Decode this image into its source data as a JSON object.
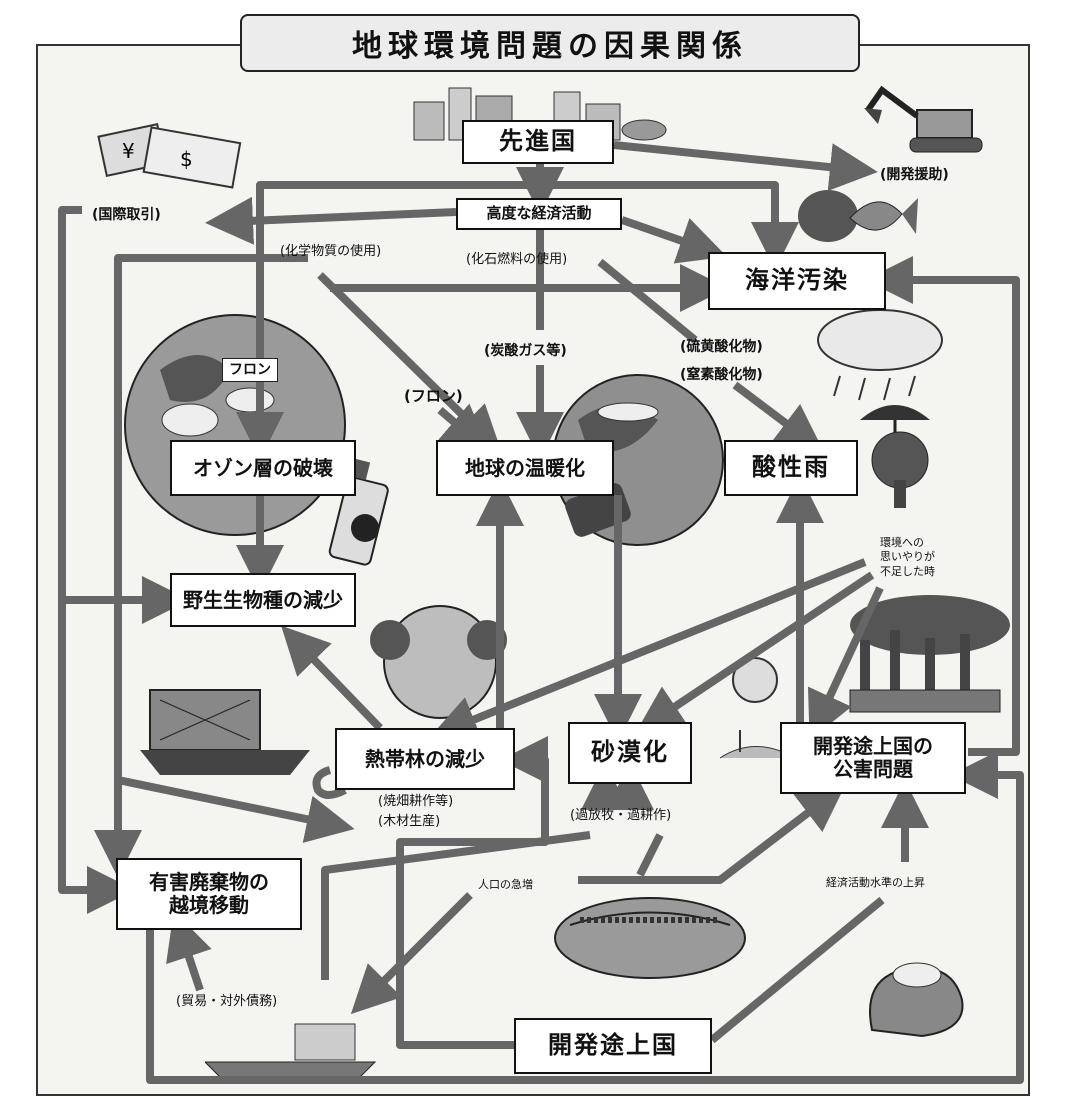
{
  "title": "地球環境問題の因果関係",
  "nodes": {
    "developed_countries": "先進国",
    "high_economic_activity": "高度な経済活動",
    "marine_pollution": "海洋汚染",
    "ozone_depletion": "オゾン層の破壊",
    "global_warming": "地球の温暖化",
    "acid_rain": "酸性雨",
    "wildlife_decrease": "野生生物種の減少",
    "tropical_forest_decrease": "熱帯林の減少",
    "desertification": "砂漠化",
    "developing_pollution": [
      "開発途上国の",
      "公害問題"
    ],
    "hazardous_waste": [
      "有害廃棄物の",
      "越境移動"
    ],
    "developing_countries": "開発途上国"
  },
  "labels": {
    "international_trade": "(国際取引)",
    "development_aid": "(開発援助)",
    "chemical_use": "(化学物質の使用)",
    "fossil_fuel_use": "(化石燃料の使用)",
    "co2_etc": "(炭酸ガス等)",
    "sulfur_oxides": "(硫黄酸化物)",
    "nitrogen_oxides": "(窒素酸化物)",
    "freon_1": "フロン",
    "freon_2": "(フロン)",
    "slash_burn": "(焼畑耕作等)",
    "logging": "(木材生産)",
    "overgrazing": "(過放牧・過耕作)",
    "population_growth": "人口の急増",
    "economic_level_rise": "経済活動水準の上昇",
    "trade_debt": "(貿易・対外債務)",
    "lack_of_care": [
      "環境への",
      "思いやりが",
      "不足した時"
    ]
  },
  "icons": [
    "money-icon",
    "excavator-icon",
    "city-icon",
    "fish-icon",
    "earth-icon",
    "spray-can-icon",
    "cloud-rain-icon",
    "tree-umbrella-icon",
    "factory-icon",
    "ship-icon",
    "world-crowd-icon",
    "boat-icon",
    "sack-icon",
    "sun-icon"
  ]
}
